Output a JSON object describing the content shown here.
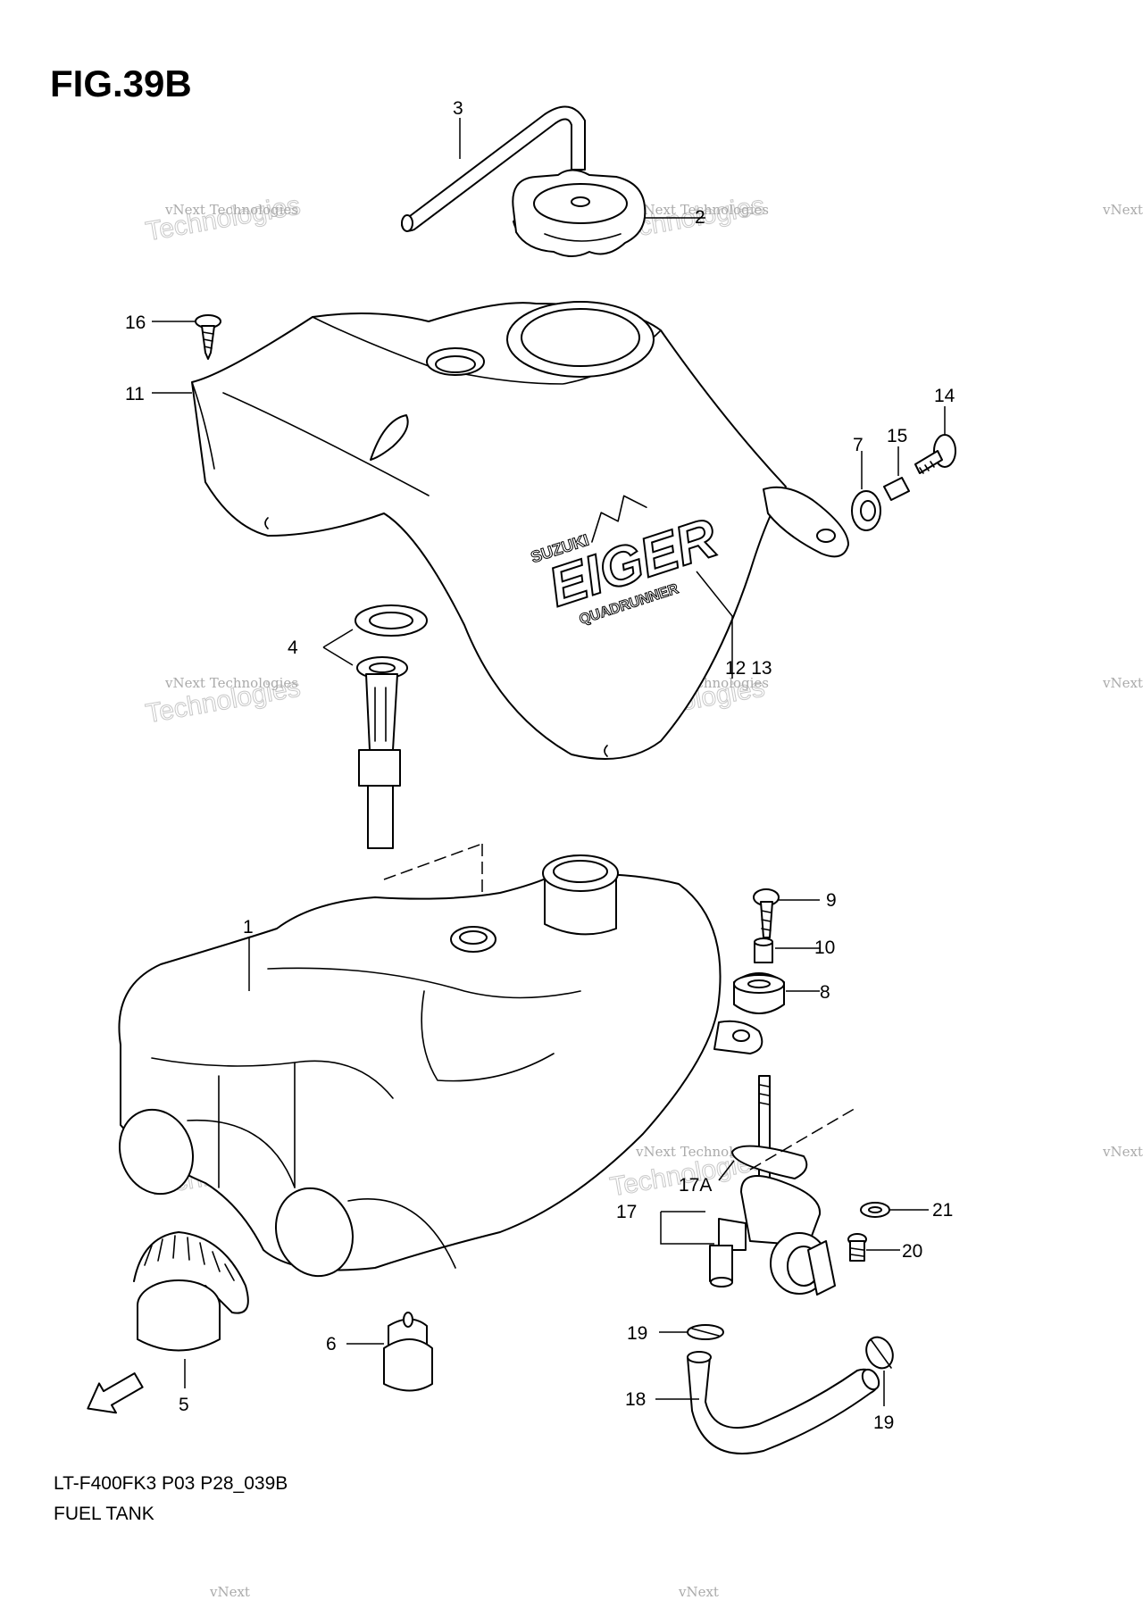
{
  "figure": {
    "title": "FIG.39B",
    "model_code": "LT-F400FK3 P03 P28_039B",
    "caption": "FUEL TANK"
  },
  "watermark": {
    "line1": "vNext Technologies",
    "line2": "Technologies",
    "line0": "vNext"
  },
  "labels": {
    "l1": "1",
    "l2": "2",
    "l3": "3",
    "l4": "4",
    "l5": "5",
    "l6": "6",
    "l7": "7",
    "l8": "8",
    "l9": "9",
    "l10": "10",
    "l11": "11",
    "l12_13": "12 13",
    "l14": "14",
    "l15": "15",
    "l16": "16",
    "l17": "17",
    "l17a": "17A",
    "l18": "18",
    "l19a": "19",
    "l19b": "19",
    "l20": "20",
    "l21": "21"
  },
  "tank_cover_logo": {
    "brand": "SUZUKI",
    "model": "EIGER",
    "sub": "QUADRUNNER"
  },
  "icons": {
    "fwd_arrow": "FWD"
  }
}
